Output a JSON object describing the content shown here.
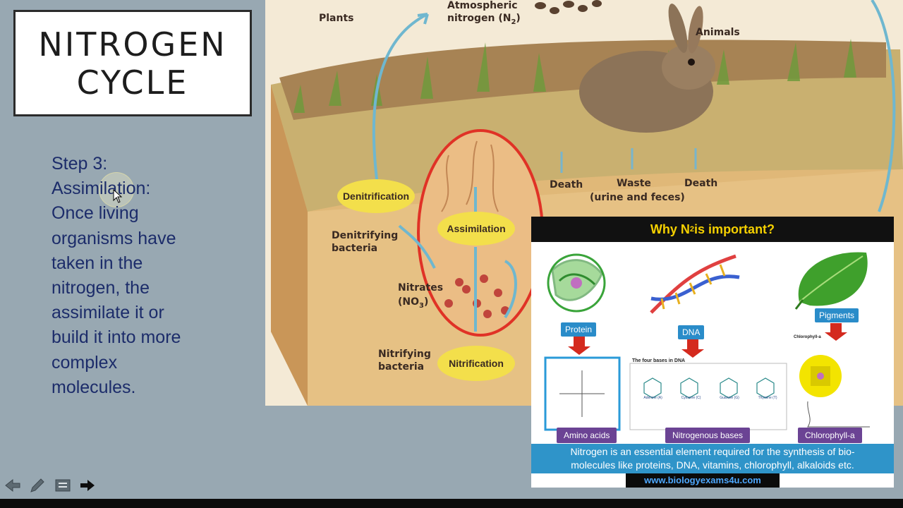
{
  "slide": {
    "title_line1": "NITROGEN",
    "title_line2": "CYCLE",
    "body_lines": [
      "Step 3:",
      "Assimilation:",
      "Once living",
      "organisms have",
      "taken in the",
      "nitrogen, the",
      "assimilate it or",
      "build it into more",
      "complex",
      "molecules."
    ]
  },
  "illustration": {
    "plants": "Plants",
    "atmospheric_1": "Atmospheric",
    "atmospheric_2": "nitrogen (N",
    "atmospheric_sub": "2",
    "atmospheric_end": ")",
    "animals": "Animals",
    "denitrification": "Denitrification",
    "denitrifying_1": "Denitrifying",
    "denitrifying_2": "bacteria",
    "assimilation": "Assimilation",
    "death_1": "Death",
    "waste_1": "Waste",
    "waste_2": "(urine and feces)",
    "death_2": "Death",
    "nitrates_1": "Nitrates",
    "nitrates_2": "(NO",
    "nitrates_sub": "3",
    "nitrates_end": ")",
    "nitrifying_1": "Nitrifying",
    "nitrifying_2": "bacteria",
    "nitrification": "Nitrification"
  },
  "infobox": {
    "heading_pre": "Why N",
    "heading_sub": "2",
    "heading_post": " is important?",
    "protein": "Protein",
    "dna": "DNA",
    "pigments": "Pigments",
    "four_bases": "The four bases in DNA",
    "bases": [
      "Adenine (A)",
      "Cytosine (C)",
      "Guanine (G)",
      "Thymine (T)"
    ],
    "chlorophyll_small": "Chlorophyll-a",
    "amino_acids": "Amino acids",
    "nitrogenous_bases": "Nitrogenous bases",
    "chlorophyll_a": "Chlorophyll-a",
    "footer_1": "Nitrogen is an essential element required for the synthesis of bio-",
    "footer_2": "molecules like proteins, DNA, vitamins, chlorophyll, alkaloids etc.",
    "url": "www.biologyexams4u.com"
  },
  "colors": {
    "slide_bg": "#98a8b2",
    "body_text": "#1c2c6a",
    "info_heading": "#f5d000",
    "info_footer": "#2f94c9",
    "pill_blue": "#2a8cc9",
    "pill_purple": "#6b4394"
  },
  "nav": {
    "icons": [
      "back-arrow-icon",
      "pen-icon",
      "menu-icon",
      "forward-arrow-icon"
    ]
  }
}
